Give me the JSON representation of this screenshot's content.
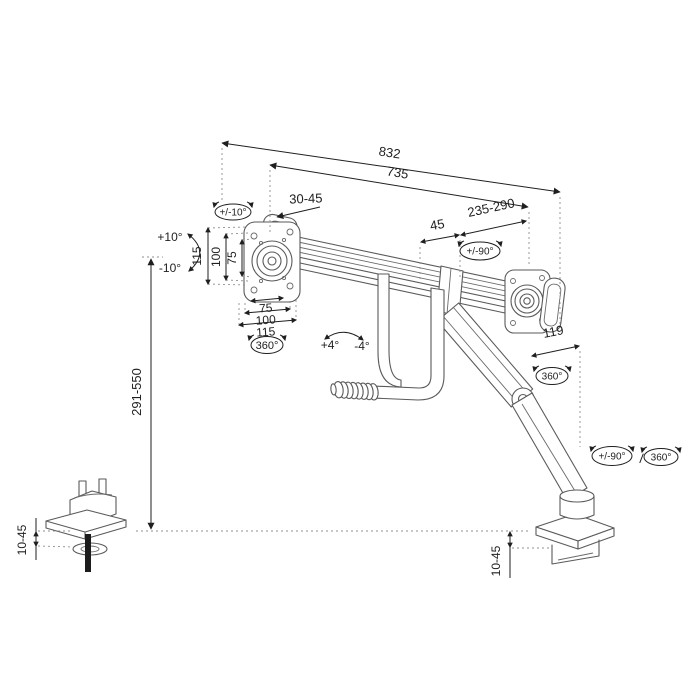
{
  "colors": {
    "background": "#ffffff",
    "line_art": "#5a5a5a",
    "dimension": "#1f1f1f",
    "extension_dotted": "#8f8f8f",
    "rod_fill": "#1c1c1c"
  },
  "drawing": {
    "kind": "technical dimension drawing",
    "subject": "dual-monitor gas-spring desk mount arm with crossbar, two VESA plates, desk clamp base and grommet mount"
  },
  "labels": {
    "width_outer": "832",
    "width_inner": "735",
    "end_offset": "30-45",
    "gap": "45",
    "slide_range": "235-290",
    "arm_length": "119",
    "height_range": "291-550",
    "desk_thickness_left": "10-45",
    "desk_thickness_right": "10-45",
    "vesa_v_115": "115",
    "vesa_v_100": "100",
    "vesa_v_75": "75",
    "vesa_h_75": "75",
    "vesa_h_100": "100",
    "vesa_h_115": "115",
    "swivel_pm10": "+/-10°",
    "tilt_plus10": "+10°",
    "tilt_minus10": "-10°",
    "rotate_360_vesa": "360°",
    "bar_plus4": "+4°",
    "bar_minus4": "-4°",
    "swivel_pm90_head": "+/-90°",
    "rotate_360_arm": "360°",
    "swivel_pm90_base": "+/-90°",
    "rotate_360_base": "360°",
    "separator": "/"
  }
}
